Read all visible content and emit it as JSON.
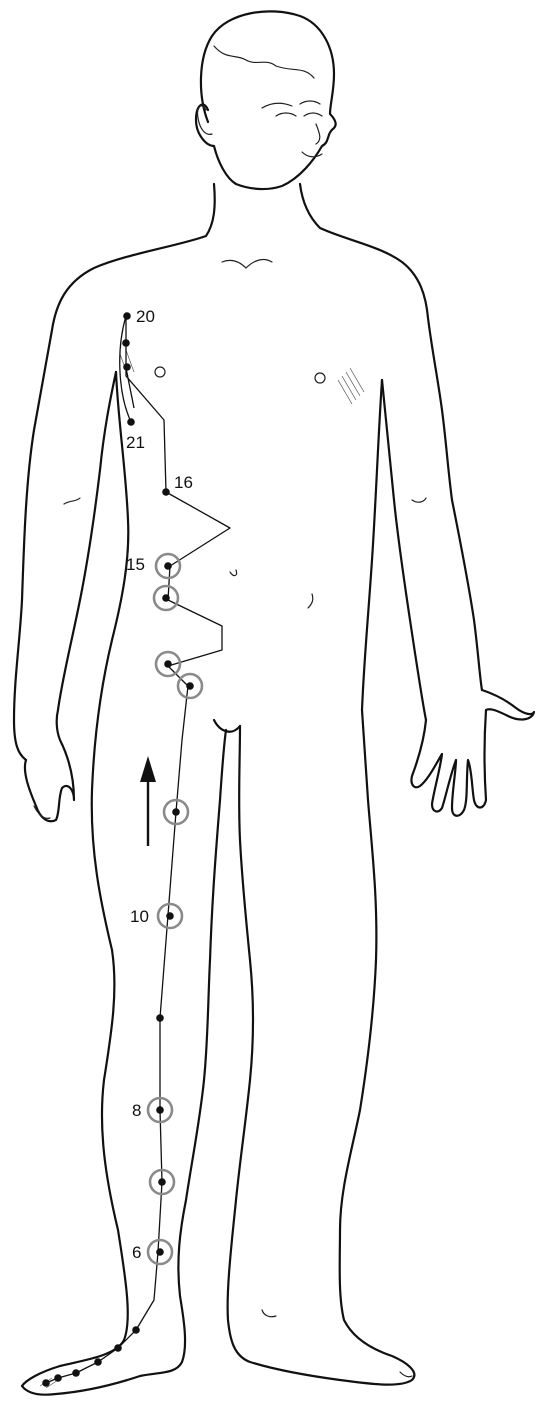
{
  "labels": {
    "p20": "20",
    "p21": "21",
    "p16": "16",
    "p15": "15",
    "p10": "10",
    "p8": "8",
    "p6": "6"
  },
  "arrow_direction": "up"
}
